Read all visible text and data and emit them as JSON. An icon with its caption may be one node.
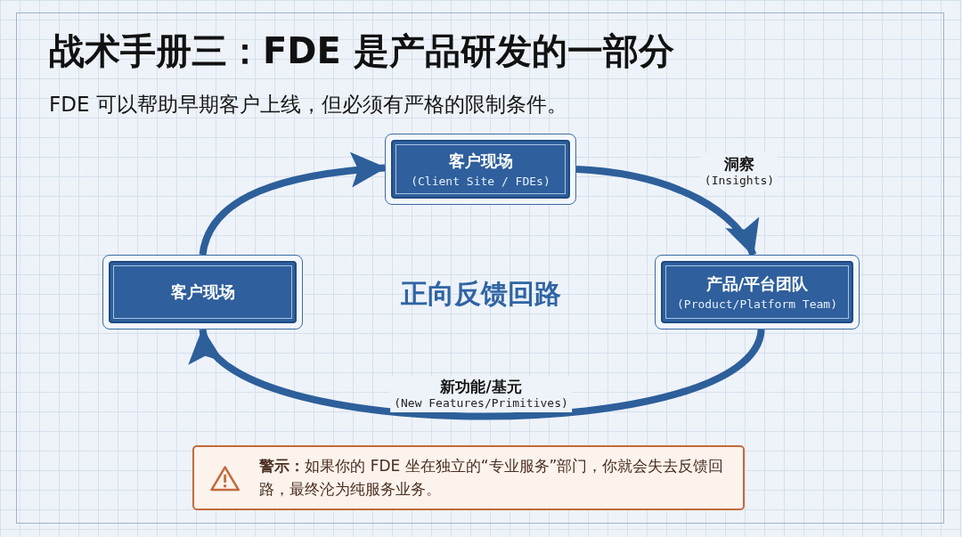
{
  "diagram": {
    "title": "战术手册三：FDE 是产品研发的一部分",
    "nodes": [
      {
        "text": [
          "客户现场",
          "(Client Site / FDEs)"
        ]
      },
      {
        "text": [
          "产品/平台团队",
          "(Product/Platform Team)"
        ]
      },
      {
        "text": [
          "客户现场"
        ]
      },
      {
        "text": [
          "**警示：**如果你的 FDE 坐在独立的“专业服务”部门，你就会失去反馈回路，最终沦为纯服务业务。"
        ]
      }
    ],
    "edges": [
      {
        "from": 0,
        "to": 1,
        "arrow": "to",
        "label": "洞察 (Insights)"
      },
      {
        "from": 1,
        "to": 2,
        "arrow": "to",
        "label": "新功能/基元 (New Features/Primitives)"
      },
      {
        "from": 2,
        "to": 0,
        "arrow": "to"
      }
    ],
    "labels": [
      "FDE 可以帮助早期客户上线，但必须有严格的限制条件。",
      "正向反馈回路"
    ]
  }
}
